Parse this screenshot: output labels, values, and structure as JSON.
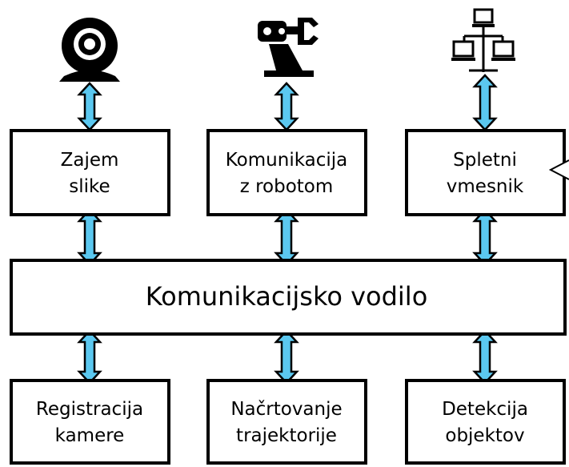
{
  "colors": {
    "arrow": "#5BC8F0",
    "stroke": "#000000",
    "background": "#ffffff"
  },
  "boxes": {
    "camera": {
      "line1": "Zajem",
      "line2": "slike"
    },
    "robot": {
      "line1": "Komunikacija",
      "line2": "z robotom"
    },
    "web": {
      "line1": "Spletni",
      "line2": "vmesnik"
    },
    "bus": {
      "label": "Komunikacijsko vodilo"
    },
    "registration": {
      "line1": "Registracija",
      "line2": "kamere"
    },
    "trajectory": {
      "line1": "Načrtovanje",
      "line2": "trajektorije"
    },
    "detection": {
      "line1": "Detekcija",
      "line2": "objektov"
    }
  },
  "icons": [
    "webcam-icon",
    "robot-arm-icon",
    "network-computers-icon"
  ]
}
